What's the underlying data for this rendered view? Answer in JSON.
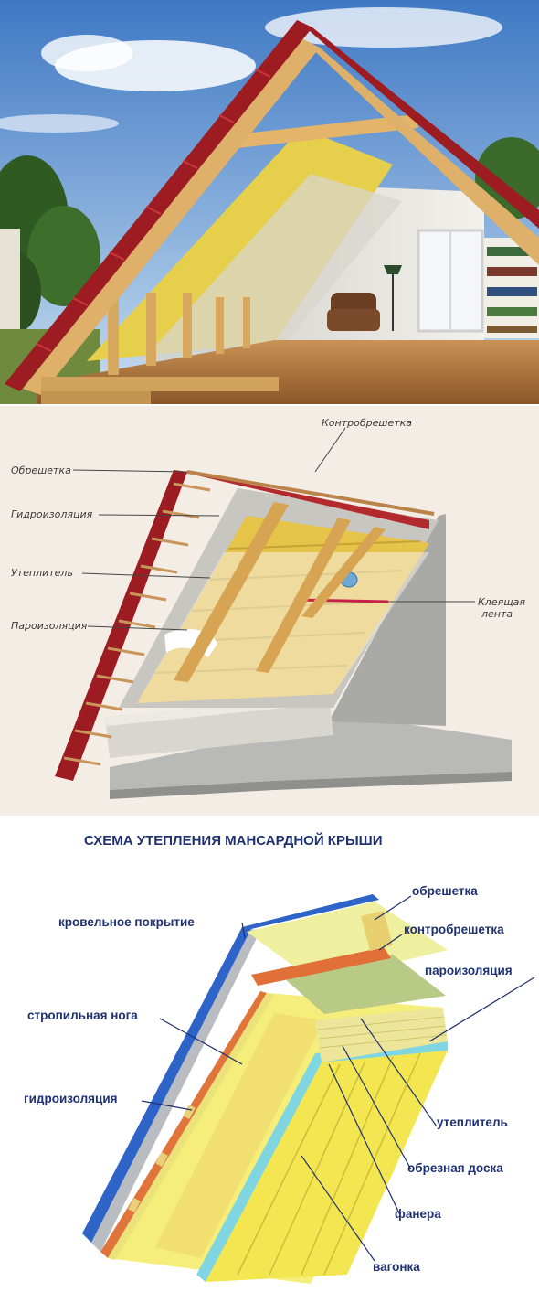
{
  "diagram": {
    "labels": {
      "kontrobreshetka": "Контробрешетка",
      "obreshetka": "Обрешетка",
      "gidroizolyaciya": "Гидроизоляция",
      "uteplitel": "Утеплитель",
      "parozolyaciya": "Пароизоляция",
      "kleyashchaya_1": "Клеящая",
      "kleyashchaya_2": "лента"
    }
  },
  "scheme": {
    "title": "СХЕМА УТЕПЛЕНИЯ МАНСАРДНОЙ КРЫШИ",
    "labels": {
      "obreshetka": "обрешетка",
      "krovelnoe": "кровельное покрытие",
      "kontrobreshetka": "контробрешетка",
      "parozolyaciya": "пароизоляция",
      "stropilnaya": "стропильная нога",
      "gidroizolyaciya": "гидроизоляция",
      "uteplitel": "утеплитель",
      "obreznaya": "обрезная доска",
      "fanera": "фанера",
      "vagonka": "вагонка"
    }
  },
  "colors": {
    "roof_tile": "#9c1c22",
    "insulation": "#e8cf58",
    "timber": "#d9b06c",
    "label_blue": "#1f3170",
    "membrane_blue": "#2e63c7",
    "vapor_cyan": "#7fd6e0",
    "hydro_orange": "#e0743a"
  }
}
